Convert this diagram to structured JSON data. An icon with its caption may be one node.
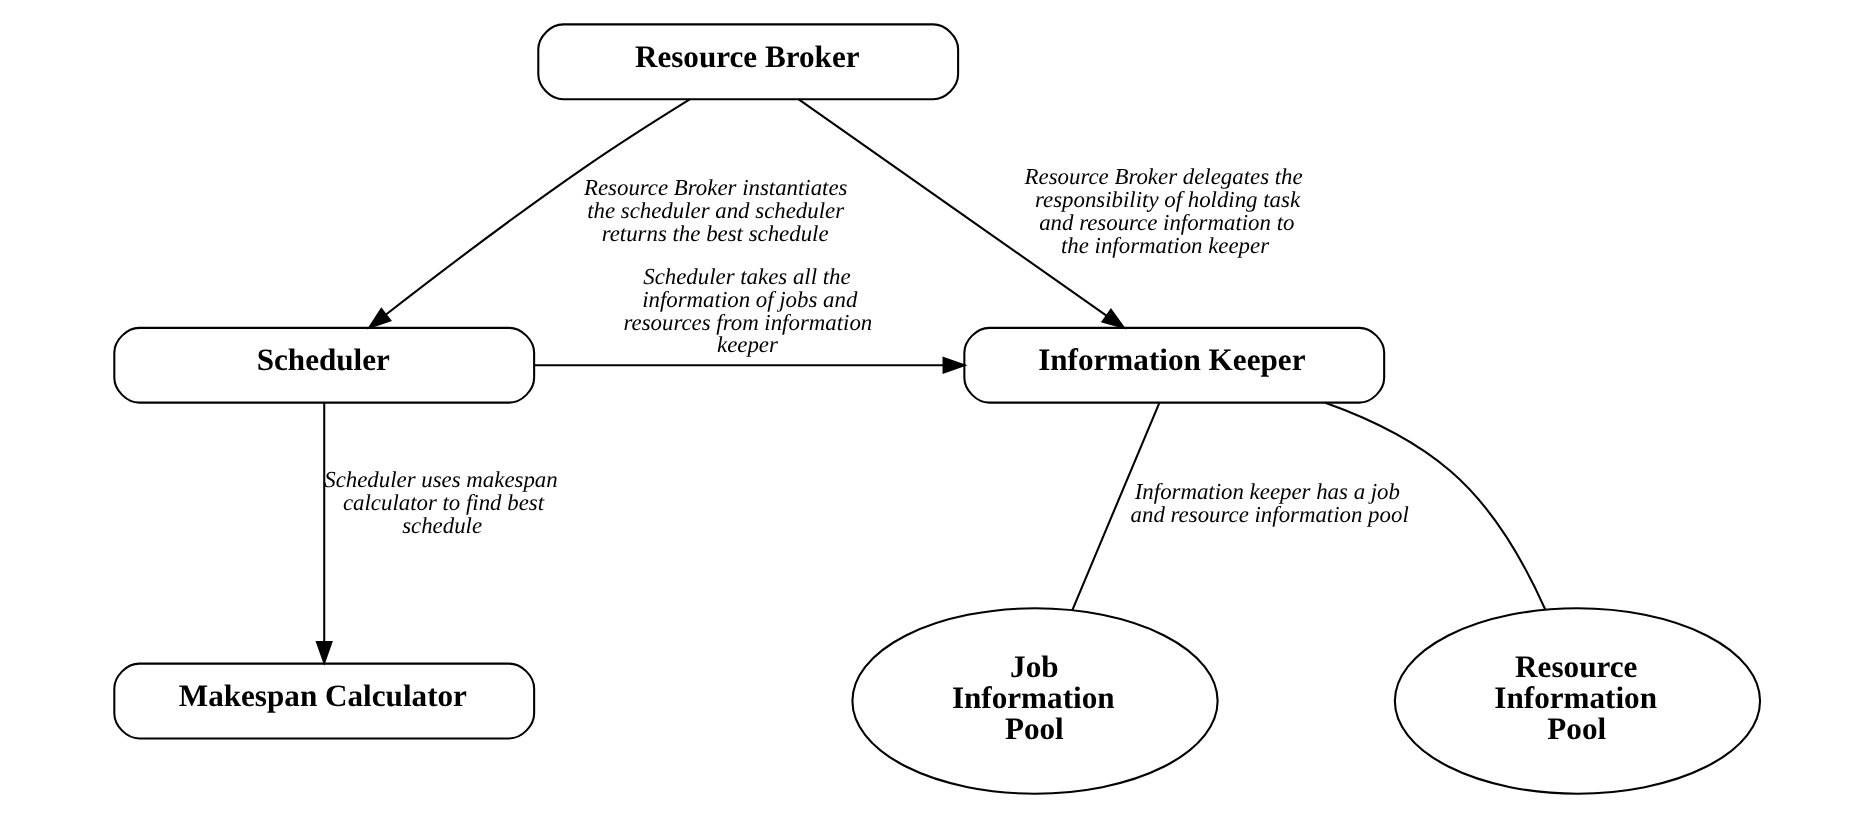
{
  "diagram": {
    "nodes": [
      {
        "text": [
          "Resource Broker"
        ]
      },
      {
        "text": [
          "Scheduler"
        ]
      },
      {
        "text": [
          "Information Keeper"
        ]
      },
      {
        "text": [
          "Makespan Calculator"
        ]
      },
      {
        "text": [
          "Job Information Pool"
        ]
      },
      {
        "text": [
          "Resource Information Pool"
        ]
      }
    ],
    "edges": [
      {
        "from": 0,
        "to": 1,
        "arrow": "to",
        "label": "Resource Broker instantiates the scheduler and scheduler returns the best schedule"
      },
      {
        "from": 0,
        "to": 2,
        "arrow": "to",
        "label": "Resource Broker delegates the responsibility of holding task and resource information to the information keeper"
      },
      {
        "from": 1,
        "to": 2,
        "arrow": "to",
        "label": "Scheduler takes all the information of jobs and resources from information keeper"
      },
      {
        "from": 1,
        "to": 3,
        "arrow": "to",
        "label": "Scheduler uses makespan calculator to find best schedule"
      },
      {
        "from": 2,
        "to": 4,
        "arrow": "none",
        "label": "Information keeper has a job and resource information pool"
      },
      {
        "from": 2,
        "to": 5,
        "arrow": "none"
      }
    ]
  }
}
